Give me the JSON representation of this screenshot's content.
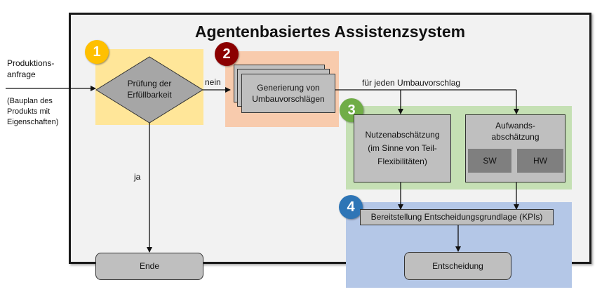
{
  "title": "Agentenbasiertes Assistenzsystem",
  "badges": {
    "b1": "1",
    "b2": "2",
    "b3": "3",
    "b4": "4"
  },
  "input": {
    "label": "Produktions-\nanfrage",
    "detail": "(Bauplan des\nProdukts mit\nEigenschaften)"
  },
  "nodes": {
    "pruefung": "Prüfung der\nErfüllbarkeit",
    "generierung": "Generierung von\nUmbauvorschlägen",
    "nutzen": "Nutzenabschätzung\n(im Sinne von Teil-\nFlexibilitäten)",
    "aufwand": "Aufwands-\nabschätzung",
    "sw": "SW",
    "hw": "HW",
    "bereitstellung": "Bereitstellung Entscheidungsgrundlage (KPIs)",
    "entscheidung": "Entscheidung",
    "ende": "Ende"
  },
  "edges": {
    "nein": "nein",
    "ja": "ja",
    "fuer_jeden": "für jeden Umbauvorschlag"
  }
}
